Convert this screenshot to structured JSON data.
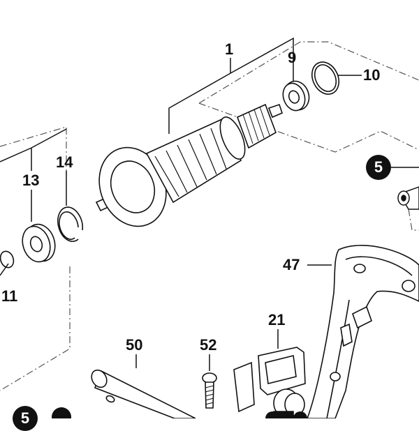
{
  "labels": {
    "p1": "1",
    "p9": "9",
    "p10": "10",
    "p13": "13",
    "p14": "14",
    "p11": "11",
    "p47": "47",
    "p21": "21",
    "p50": "50",
    "p52": "52"
  },
  "badges": {
    "b5_right": "5",
    "b5_bottom": "5"
  },
  "colors": {
    "ink": "#111111",
    "background": "#ffffff"
  }
}
